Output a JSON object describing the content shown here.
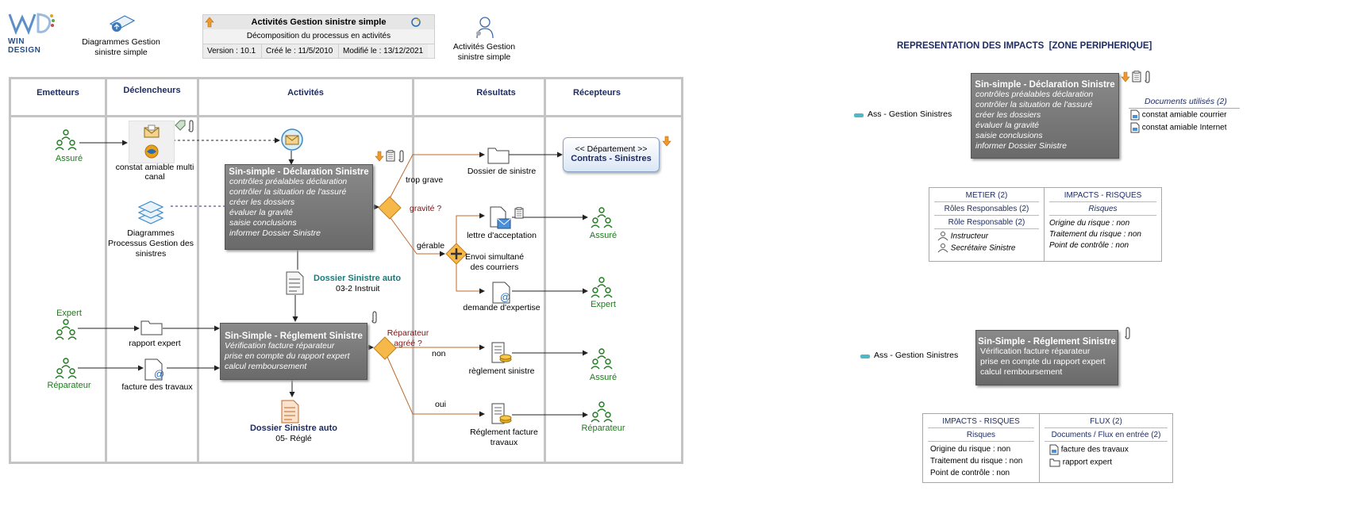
{
  "logo": {
    "text": "WIN DESIGN"
  },
  "header": {
    "diagram_link": "Diagrammes Gestion sinistre simple",
    "title": "Activités Gestion sinistre simple",
    "subtitle": "Décomposition du processus en activités",
    "version": "Version : 10.1",
    "created": "Créé le : 11/5/2010",
    "modified": "Modifié le : 13/12/2021",
    "owner": "Activités Gestion sinistre simple"
  },
  "columns": [
    "Emetteurs",
    "Déclencheurs",
    "Activités",
    "Résultats",
    "Récepteurs"
  ],
  "actors": {
    "assure1": "Assuré",
    "expert": "Expert",
    "reparateur": "Réparateur",
    "assure2": "Assuré",
    "expert2": "Expert",
    "assure3": "Assuré",
    "reparateur2": "Réparateur"
  },
  "triggers": {
    "constat": "constat amiable multi canal",
    "diagrammes": "Diagrammes Processus Gestion des sinistres",
    "rapport": "rapport expert",
    "facture": "facture des travaux"
  },
  "activity1": {
    "title": "Sin-simple - Déclaration Sinistre",
    "lines": [
      "contrôles préalables déclaration",
      "contrôler la situation de l'assuré",
      "créer les dossiers",
      "évaluer la gravité",
      "saisie conclusions",
      "informer Dossier Sinistre"
    ]
  },
  "activity2": {
    "title": "Sin-Simple - Réglement Sinistre",
    "lines": [
      "Vérification facture réparateur",
      "prise en compte du rapport expert",
      "calcul remboursement"
    ]
  },
  "states": {
    "s1_title": "Dossier Sinistre auto",
    "s1_sub": "03-2 Instruit",
    "s2_title": "Dossier Sinistre auto",
    "s2_sub": "05- Réglé"
  },
  "decisions": {
    "gravite": "gravité ?",
    "trop_grave": "trop grave",
    "gerable": "gérable",
    "reparateur_agree": "Réparateur agréé ?",
    "non": "non",
    "oui": "oui",
    "envoi": "Envoi simultané des courriers"
  },
  "results": {
    "dossier": "Dossier de sinistre",
    "lettre": "lettre d'acceptation",
    "demande": "demande d'expertise",
    "reglement": "règlement sinistre",
    "reglement_fact": "Réglement facture travaux"
  },
  "department": {
    "label": "<< Département >>",
    "name": "Contrats - Sinistres"
  },
  "impacts": {
    "title": "REPRESENTATION DES IMPACTS  [ZONE PERIPHERIQUE]",
    "ass_label1": "Ass - Gestion Sinistres",
    "ass_label2": "Ass - Gestion Sinistres",
    "docs_title": "Documents utilisés (2)",
    "docs": [
      "constat amiable courrier",
      "constat amiable Internet"
    ],
    "t1": {
      "metier": "METIER (2)",
      "roles_resp": "Rôles Responsables (2)",
      "role_resp": "Rôle Responsable (2)",
      "roles": [
        "Instructeur",
        "Secrétaire Sinistre"
      ],
      "impacts": "IMPACTS - RISQUES",
      "risques": "Risques",
      "risk_lines": [
        "Origine du risque : non",
        "Traitement du risque : non",
        "Point de contrôle : non"
      ]
    },
    "t2": {
      "impacts": "IMPACTS - RISQUES",
      "risques": "Risques",
      "risk_lines": [
        "Origine du risque : non",
        "Traitement du risque : non",
        "Point de contrôle : non"
      ],
      "flux": "FLUX (2)",
      "flux_sub": "Documents / Flux en entrée (2)",
      "flux_items": [
        "facture des travaux",
        "rapport expert"
      ]
    }
  }
}
